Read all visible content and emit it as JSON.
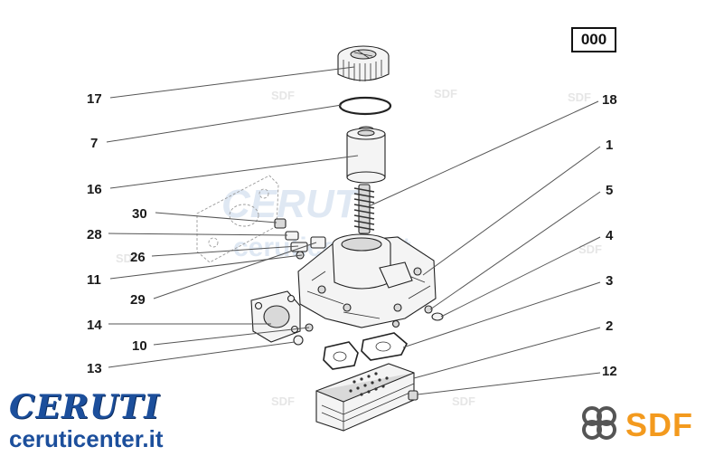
{
  "diagram": {
    "code": "000",
    "callouts": [
      "17",
      "7",
      "16",
      "30",
      "28",
      "26",
      "11",
      "29",
      "14",
      "10",
      "13",
      "18",
      "1",
      "5",
      "4",
      "3",
      "2",
      "12"
    ]
  },
  "watermark": {
    "brand": "CERUTI",
    "site": "ceruticenter.it",
    "tag": "SDF"
  },
  "branding": {
    "ceruti_logo": "CERUTI",
    "ceruti_site": "ceruticenter.it",
    "sdf_logo": "SDF",
    "ceruti_color": "#1c4f9c",
    "sdf_color": "#f39a1e",
    "sdf_icon": "sdf-swirl-icon"
  }
}
